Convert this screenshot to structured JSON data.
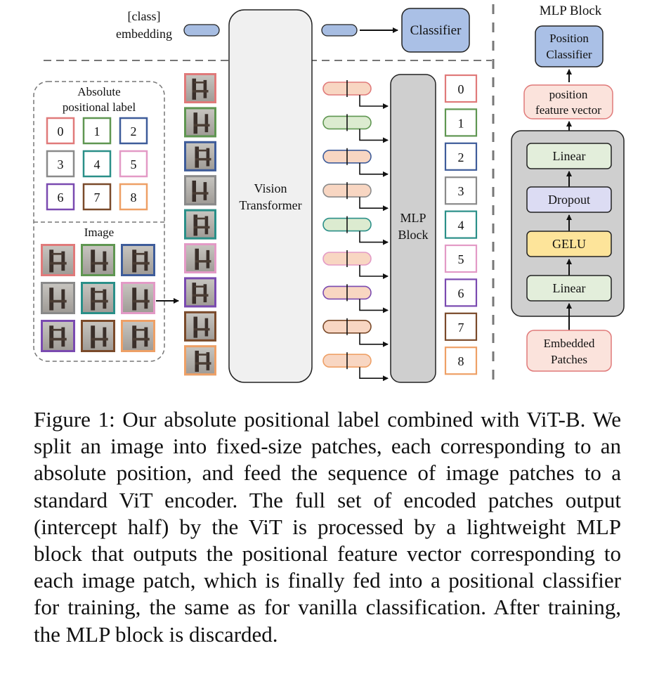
{
  "class_embedding": {
    "line1": "[class]",
    "line2": "embedding"
  },
  "classifier": {
    "label": "Classifier"
  },
  "vit": {
    "line1": "Vision",
    "line2": "Transformer"
  },
  "mlp_main": {
    "line1": "MLP",
    "line2": "Block"
  },
  "abs_label": {
    "title1": "Absolute",
    "title2": "positional label",
    "cells": [
      "0",
      "1",
      "2",
      "3",
      "4",
      "5",
      "6",
      "7",
      "8"
    ]
  },
  "image_section": {
    "title": "Image"
  },
  "output_labels": [
    "0",
    "1",
    "2",
    "3",
    "4",
    "5",
    "6",
    "7",
    "8"
  ],
  "mlp_detail": {
    "title": "MLP Block",
    "position_classifier": {
      "line1": "Position",
      "line2": "Classifier"
    },
    "feature_vector": {
      "line1": "position",
      "line2": "feature vector"
    },
    "layers": [
      "Linear",
      "Dropout",
      "GELU",
      "Linear"
    ],
    "embedded_patches": {
      "line1": "Embedded",
      "line2": "Patches"
    }
  },
  "colors": {
    "patch_borders": [
      "#e07a7a",
      "#5f9651",
      "#3e5c9a",
      "#8a8a8a",
      "#2a8f88",
      "#e39ac6",
      "#7a4ab0",
      "#7a4a2a",
      "#eea066"
    ],
    "vit_fill": "#f0f0f0",
    "mlp_fill": "#cfcfcf",
    "classifier_fill": "#aac0e6",
    "token_blue": "#a7bde2",
    "token_orange": "#f8d6c2",
    "token_green": "#dcebd0",
    "linear_fill": "#e3eedb",
    "dropout_fill": "#dcdcf3",
    "gelu_fill": "#fde49a",
    "feature_fill": "#fbe3dc"
  },
  "caption": "Figure 1: Our absolute positional label combined with ViT-B. We split an image into fixed-size patches, each corresponding to an absolute position, and feed the sequence of image patches to a standard ViT encoder. The full set of encoded patches output (intercept half) by the ViT is processed by a lightweight MLP block that outputs the positional feature vector corresponding to each image patch, which is finally fed into a positional classifier for training, the same as for vanilla classification. After training, the MLP block is discarded."
}
